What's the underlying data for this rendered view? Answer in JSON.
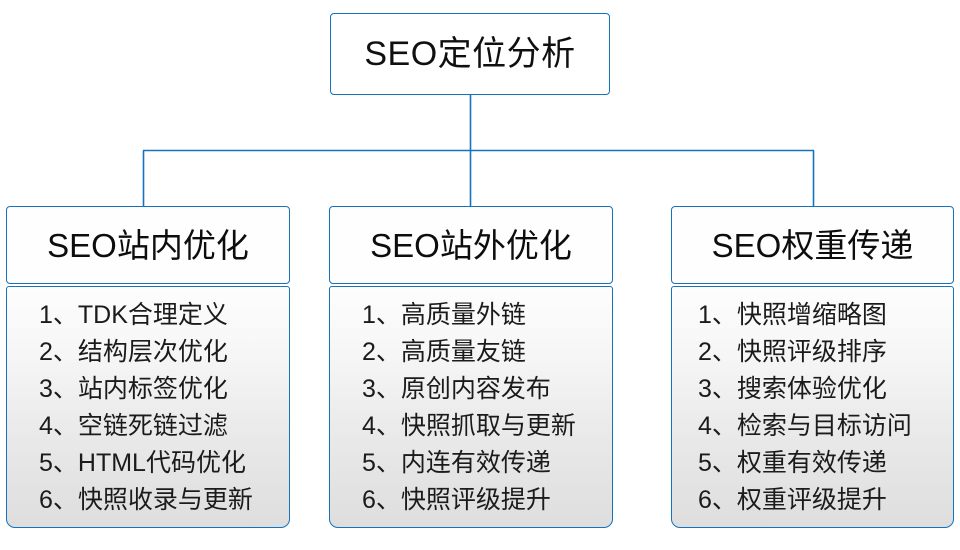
{
  "colors": {
    "line": "#1572bd",
    "border": "#1572bd",
    "text": "#101010",
    "panel_top": "#fdfdfd",
    "panel_bottom": "#dedede",
    "background": "#ffffff"
  },
  "root": {
    "title": "SEO定位分析"
  },
  "branches": [
    {
      "title": "SEO站内优化",
      "items": [
        "1、TDK合理定义",
        "2、结构层次优化",
        "3、站内标签优化",
        "4、空链死链过滤",
        "5、HTML代码优化",
        "6、快照收录与更新"
      ]
    },
    {
      "title": "SEO站外优化",
      "items": [
        "1、高质量外链",
        "2、高质量友链",
        "3、原创内容发布",
        "4、快照抓取与更新",
        "5、内连有效传递",
        "6、快照评级提升"
      ]
    },
    {
      "title": "SEO权重传递",
      "items": [
        "1、快照增缩略图",
        "2、快照评级排序",
        "3、搜索体验优化",
        "4、检索与目标访问",
        "5、权重有效传递",
        "6、权重评级提升"
      ]
    }
  ]
}
